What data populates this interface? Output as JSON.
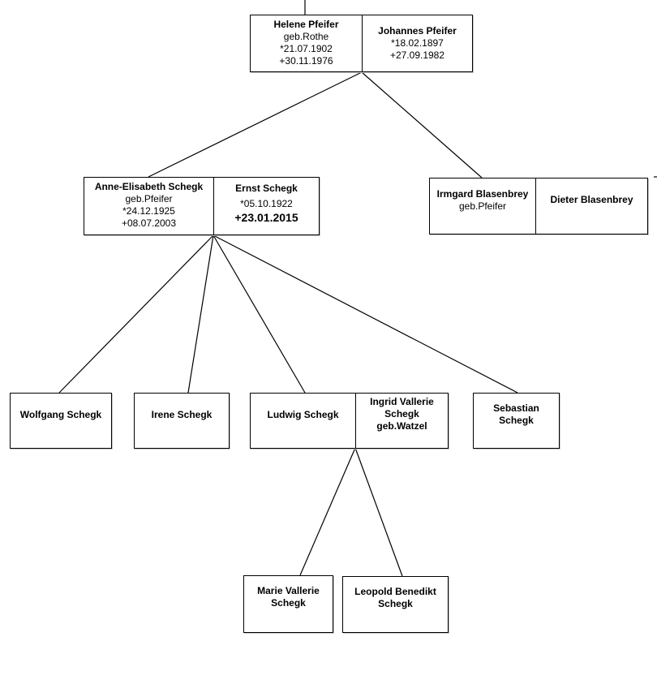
{
  "people": {
    "helene": {
      "name": "Helene Pfeifer",
      "line1": "geb.Rothe",
      "line2": "*21.07.1902",
      "line3": "+30.11.1976"
    },
    "johannes": {
      "name": "Johannes Pfeifer",
      "line1": "*18.02.1897",
      "line2": "+27.09.1982"
    },
    "anne": {
      "name": "Anne-Elisabeth Schegk",
      "line1": "geb.Pfeifer",
      "line2": "*24.12.1925",
      "line3": "+08.07.2003"
    },
    "ernst": {
      "name": "Ernst Schegk",
      "line1": "*05.10.1922",
      "line2": "+23.01.2015"
    },
    "irmgard": {
      "name": "Irmgard Blasenbrey",
      "line1": "geb.Pfeifer"
    },
    "dieter": {
      "name": "Dieter Blasenbrey"
    },
    "wolfgang": {
      "name": "Wolfgang Schegk"
    },
    "irene": {
      "name": "Irene Schegk"
    },
    "ludwig": {
      "name": "Ludwig Schegk"
    },
    "ingrid": {
      "name": "Ingrid Vallerie Schegk geb.Watzel"
    },
    "sebastian": {
      "name": "Sebastian Schegk"
    },
    "marie": {
      "name": "Marie Vallerie Schegk"
    },
    "leopold": {
      "name": "Leopold Benedikt Schegk"
    }
  },
  "colors": {
    "line": "#000000",
    "box_border": "#000000",
    "shadow": "#c8c8c8"
  }
}
